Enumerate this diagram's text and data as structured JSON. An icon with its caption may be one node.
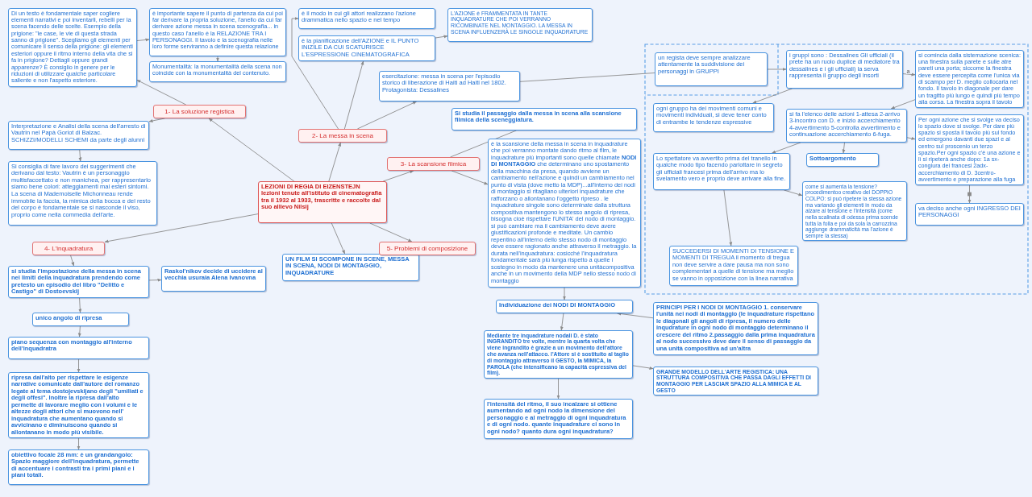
{
  "diagram": {
    "nodes": [
      {
        "text": [
          "LEZIONI DI REGIA DI EIZENSTEJN",
          "lezioni tenute all'istituto di cinematografia tra il 1932 al 1933, trascritte e raccolte dal suo allievo Nilsij"
        ]
      },
      {
        "text": [
          "1- La soluzione registica"
        ]
      },
      {
        "text": [
          "Di un testo è fondamentale saper cogliere elementi narrativi e poi inventarli, rebelli per la scena facendo delle scelte. Esempio della prigione: \"le case, le vie di questa strada sanno di prigione\". Scegliamo gli elementi per comunicare il senso della prigione: gli elementi esteriori oppure il ritmo interno della vita che si fa in prigione? Dettagli oppure grandi apparenze? È consiglio in genere per le riduzioni di utilizzare qualche particolare saliente e non l'aspetto esteriore."
        ]
      },
      {
        "text": [
          "è importante sapere il punto di partenza da cui poi far derivare la propria soluzione, l'anello da cui far derivare azione messa in scena scenografia... in questo caso l'anello è la RELAZIONE TRA I PERSONAGGI. Il tavolo e la scenografia nelle loro forme serviranno a definire questa relazione"
        ]
      },
      {
        "text": [
          "Monumentalità: la monumentalità della scena non coincide con la monumentalità del contenuto."
        ]
      },
      {
        "text": [
          "Interpretazione e Analisi della scena dell'arresto di Vautrin nel Papà Goriot di Balzac. SCHIZZI/MODELLI SCHEMI da parte degli alunni"
        ]
      },
      {
        "text": [
          "Si consiglia di fare lavoro dei suggerimenti che derivano dal testo: Vautrin è un personaggio multisfaccettato e non manichea, per rappresentarlo siamo bene colori: atteggiamenti mai esteri sintomi. La scena di Mademoiselle Michonneau rende immobile la faccia, la mimica della bocca e del resto del corpo è fondamentale se si nasconde il viso, proprio come nella commedia dell'arte."
        ]
      },
      {
        "text": [
          "2- La messa in scena"
        ]
      },
      {
        "text": [
          "è il modo in cui gli attori realizzano l'azione drammatica nello spazio e nel tempo"
        ]
      },
      {
        "text": [
          "è la pianificazione dell'AZIONE e IL PUNTO INIZILE DA CUI SCATURISCE L'ESPRESSIONE CINEMATOGRAFICA"
        ]
      },
      {
        "text": [
          "L'AZIONE è FRAMMENTATA IN TANTE INQUADRATURE CHE POI VERRANNO RICOMBINATE NEL MONTAGGIO. LA MESSA IN SCENA INFLUENZERÀ LE SINGOLE INQUADRATURE"
        ]
      },
      {
        "text": [
          "esercitazione: messa in scena per l'episodio storico di liberazione di Haiti ad Haiti nel 1802. Protagonista: Dessalines"
        ]
      },
      {
        "text": [
          "un regista deve sempre analizzare attentamente la suddivisione dei personaggi in GRUPPI"
        ]
      },
      {
        "text": [
          "i gruppi sono : Dessalines Gli ufficiali (il prete ha un ruolo duplice di mediatore tra dessalines e i gli ufficiali) la serva rappresenta il gruppo degli insorti"
        ]
      },
      {
        "text": [
          "ogni gruppo ha dei movimenti comuni e movimenti individuali, si deve tener conto di entrambe le tendenze espressive"
        ]
      },
      {
        "text": [
          "si comincia dalla sistemazione scenica: una finestra sulla parete e sulle atre pareti una porta; siccome la finestra deve essere percepita come l'unica via di scampo per D. meglio collocarla nel fondo. Il tavolo in diagonale per dare un tragitto più lungo e quindi più tempo alla corsa. La finestra sopra il tavolo"
        ]
      },
      {
        "text": [
          "si fa l'elenco delle azioni 1-attesa 2-arrivo 3-incontro con D. e inizio accerchiamento 4-avvertimento 5-controlla avvertimento e continuazione accerchiamento 6-fuga."
        ]
      },
      {
        "text": [
          "Per ogni azione che si svolge va deciso lo spazio dove si svolge. Per dare più spazio si sposta il tavolo più sul fondo ed emergono davanti due spazi e al centro sul proscenio un terzo spazio.Per ogni spazio c'è una azione e lì si ripeterà anche dopo: 1a sx-congiura dei francesi 2adx-accerchiamento di D. 3centro-avvertimento e preparazione alla fuga"
        ]
      },
      {
        "text": [
          "va deciso anche ogni INGRESSO DEI PERSONAGGI"
        ]
      },
      {
        "text": [
          "Sottoargomento"
        ]
      },
      {
        "text": [
          "Lo spettatore va avvertito prima del tranello in qualche modo tipo facendo parlottare in segreto gli ufficiali francesi prima dell'arrivo ma lo svelamento vero e proprio deve arrivare alla fine."
        ]
      },
      {
        "text": [
          "come si aumenta la tensione? procedimentoo creativo del DOPPIO COLPO: si può ripetere la stessa azione ma variando gli elementi in modo da alzare al tensione e l'intensità (come nella scalinata di odessa prima scende tutta la folla e poi da sola la carrozzina aggiunge drammaticità ma l'azione è sempre la stessa)"
        ]
      },
      {
        "text": [
          "SUCCEDERSI DI MOMENTI DI TENSIONE E MOMENTI DI TREGUA il momento di tregua non deve servire a dare pausa ma non sono complementari a quelle di tensione ma meglio se vanno in opposizione con la linea narrativa"
        ]
      },
      {
        "text": [
          "3- La scansione filmica"
        ]
      },
      {
        "text": [
          "Si studia il passaggio dalla messa in scena alla scansione filmica della sceneggiatura."
        ]
      },
      {
        "text": [
          "è la scansione della messa in scena in inquadrature che poi verranno montate dando ritmo al film, le inquadrature più importanti sono quelle chiamate **NODI DI MONTAGGIO** che determinano uno spostamento della macchina da presa, quando avviene un cambiamento nell'azione e quindi un cambiamento nel punto di vista (dove metto la MDP)...all'interno dei nodi di montaggio si ritagliano ulteriori inquadrature che rafforzano o allontanano l'oggetto ripreso . le inquadrature singole sono determinate dalla struttura compositiva mantengono lo stesso angolo di ripresa, bisogna cioè rispettare l'UNITA' del nodo di montaggio. si può cambiare ma il cambiamento deve avere giustificazioni profonde e meditate. Un cambio repentino all'interno dello stesso nodo di montaggio deve essere ragionato anche attraverso il metraggio. la durata nell'inquadratura: cosicché l'inquadratura fondamentale sarà più lunga rispetto a quelle i sostegno in modo da mantenere una unitàcompositiva anche in un movimento della MDP nello stesso nodo di montaggio"
        ]
      },
      {
        "text": [
          "Individuazione dei NODI DI MONTAGGIO"
        ]
      },
      {
        "text": [
          "PRINCIPI PER I NODI DI MONTAGGIO 1. conservare l'unità nei nodi di montaggio (le inquadrature rispettano le diagonali gli angoli di ripresa, il numero delle inqudrature in ogni nodo di montaggio determinano il crescere del ritmo 2.passaggio dalla prima inquadratura al nodo successivo deve dare il senso di passaggio da una unità compositiva ad un'altra"
        ]
      },
      {
        "text": [
          "Mediante tre inquadrature nodali D. è stato INGRANDITO tre volte, mentre la quarta volta che viene ingrandito è grazie a un movimento dell'attore che avanza nell'attacco. l'Attore si è sostituito al taglio di montaggio attraverso il GESTO, la MIMICA, la PAROLA (che intensificano la capacità espressiva del film)."
        ]
      },
      {
        "text": [
          "GRANDE MODELLO DELL'ARTE REGISTICA: UNA STRUTTURA COMPOSITIVA CHE PASSA DAGLI EFFETTI DI MONTAGGIO PER LASCIAR SPAZIO ALLA MIMICA E AL GESTO"
        ]
      },
      {
        "text": [
          "l'intensità del ritmo, il suo incalzare si ottiene aumentando ad ogni nodo la dimensione del personaggio e al metraggio di ogni inquadratura e di ogni nodo. quante inquadrature ci sono in ogni nodo? quanto dura ogni inquadratura?"
        ]
      },
      {
        "text": [
          "4- L'inquadratura"
        ]
      },
      {
        "text": [
          "si studia l'impostazione della messa in scena nei limiti della inquadratura prendendo come pretesto un episodio del libro \"Delitto e Castigo\" di Dostoevskij"
        ]
      },
      {
        "text": [
          "Raskol'nikov decide di uccidere al vecchia usuraia Alena Ivanovna"
        ]
      },
      {
        "text": [
          "unico angolo di ripresa"
        ]
      },
      {
        "text": [
          "piano sequenza con montaggio all'interno dell'inquadratra"
        ]
      },
      {
        "text": [
          "ripresa dall'alto per rispettare le esigenze narrative comunicate dall'autore del romanzo legate al tema dostojevskijano degli \"umiliati e degli offesi\". Inoltre la ripresa dall'alto permette di lavorare meglio con i volumi e le altezze dogli attori che si muovono nell' inquadratura che aumentano quando si avvicinano e diminuiscono quando si allontanano in modo più visibile."
        ]
      },
      {
        "text": [
          "obiettivo focale 28 mm: è un grandangolo: Spazio maggiore dell'inquadratura, permette di accentuare i contrasti tra i primi piani e i piani totali."
        ]
      },
      {
        "text": [
          "UN FILM SI SCOMPONE IN SCENE, MESSA IN SCENA, NODI DI MONTAGGIO, INQUADRATURE"
        ]
      },
      {
        "text": [
          "5- Problemi di composizione"
        ]
      }
    ],
    "edges": [
      {
        "from": 0,
        "to": 1,
        "arrow": "to"
      },
      {
        "from": 1,
        "to": 2,
        "arrow": "to"
      },
      {
        "from": 2,
        "to": 3,
        "arrow": "to"
      },
      {
        "from": 3,
        "to": 4,
        "arrow": "to"
      },
      {
        "from": 1,
        "to": 5,
        "arrow": "to"
      },
      {
        "from": 5,
        "to": 6,
        "arrow": "to"
      },
      {
        "from": 0,
        "to": 7,
        "arrow": "to"
      },
      {
        "from": 7,
        "to": 8,
        "arrow": "to"
      },
      {
        "from": 7,
        "to": 9,
        "arrow": "to"
      },
      {
        "from": 9,
        "to": 10,
        "arrow": "to"
      },
      {
        "from": 7,
        "to": 11,
        "arrow": "to"
      },
      {
        "from": 11,
        "to": 12,
        "arrow": "none"
      },
      {
        "from": 12,
        "to": 13,
        "arrow": "to"
      },
      {
        "from": 13,
        "to": 14,
        "arrow": "to"
      },
      {
        "from": 13,
        "to": 15,
        "arrow": "to",
        "label": "a"
      },
      {
        "from": 15,
        "to": 16,
        "arrow": "to"
      },
      {
        "from": 16,
        "to": 17,
        "arrow": "to"
      },
      {
        "from": 17,
        "to": 18,
        "arrow": "to"
      },
      {
        "from": 16,
        "to": 19,
        "arrow": "to"
      },
      {
        "from": 16,
        "to": 20,
        "arrow": "to"
      },
      {
        "from": 20,
        "to": 21,
        "arrow": "to"
      },
      {
        "from": 20,
        "to": 22,
        "arrow": "to"
      },
      {
        "from": 0,
        "to": 23,
        "arrow": "to"
      },
      {
        "from": 23,
        "to": 24,
        "arrow": "none"
      },
      {
        "from": 23,
        "to": 25,
        "arrow": "to"
      },
      {
        "from": 25,
        "to": 26,
        "arrow": "to"
      },
      {
        "from": 27,
        "to": 26,
        "arrow": "to"
      },
      {
        "from": 26,
        "to": 28,
        "arrow": "to"
      },
      {
        "from": 28,
        "to": 29,
        "arrow": "to"
      },
      {
        "from": 28,
        "to": 30,
        "arrow": "to"
      },
      {
        "from": 0,
        "to": 31,
        "arrow": "to"
      },
      {
        "from": 31,
        "to": 32,
        "arrow": "to"
      },
      {
        "from": 32,
        "to": 33,
        "arrow": "to"
      },
      {
        "from": 32,
        "to": 34,
        "arrow": "to"
      },
      {
        "from": 34,
        "to": 35,
        "arrow": "to"
      },
      {
        "from": 35,
        "to": 36,
        "arrow": "to"
      },
      {
        "from": 36,
        "to": 37,
        "arrow": "to"
      },
      {
        "from": 0,
        "to": 38,
        "arrow": "to"
      },
      {
        "from": 0,
        "to": 39,
        "arrow": "to"
      }
    ]
  }
}
